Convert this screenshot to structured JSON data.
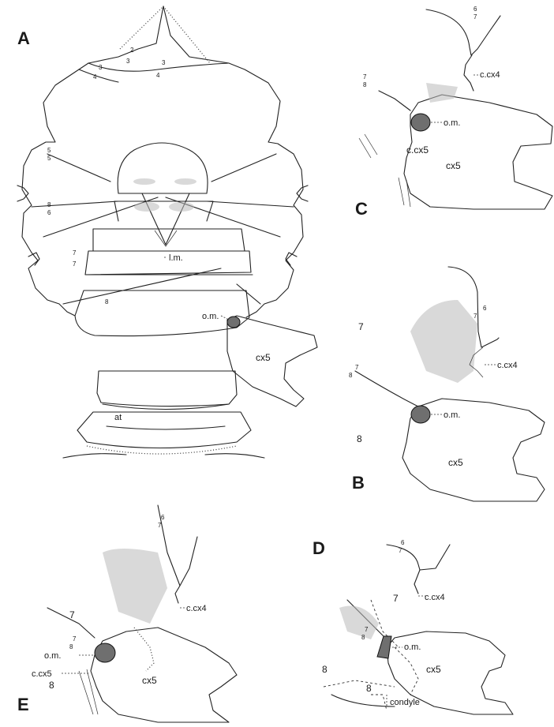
{
  "panels": {
    "A": {
      "letter": "A",
      "sutures": [
        "2",
        "3",
        "3",
        "4",
        "3",
        "4",
        "5",
        "5",
        "8",
        "6",
        "7",
        "7",
        "8"
      ],
      "labels": {
        "lm": "l.m.",
        "om": "o.m.",
        "cx5": "cx5",
        "at": "at"
      }
    },
    "B": {
      "letter": "B",
      "numbers": [
        "7",
        "6",
        "7",
        "7",
        "8",
        "8"
      ],
      "labels": {
        "ccx4": "c.cx4",
        "om": "o.m.",
        "cx5": "cx5"
      }
    },
    "C": {
      "letter": "C",
      "numbers": [
        "6",
        "7",
        "7",
        "8"
      ],
      "labels": {
        "ccx4": "c.cx4",
        "om": "o.m.",
        "ccx5": "c.cx5",
        "cx5": "cx5"
      }
    },
    "D": {
      "letter": "D",
      "numbers": [
        "6",
        "7",
        "7",
        "7",
        "8",
        "8",
        "8"
      ],
      "labels": {
        "ccx4": "c.cx4",
        "om": "o.m.",
        "cx5": "cx5",
        "condyle": "condyle"
      }
    },
    "E": {
      "letter": "E",
      "numbers": [
        "6",
        "7",
        "7",
        "7",
        "8",
        "8"
      ],
      "labels": {
        "ccx4": "c.cx4",
        "om": "o.m.",
        "ccx5": "c.cx5",
        "cx5": "cx5"
      }
    }
  },
  "colors": {
    "ink": "#1a1a1a",
    "stipple": "#b9b9b9",
    "muscle": "#6f6f6f"
  }
}
